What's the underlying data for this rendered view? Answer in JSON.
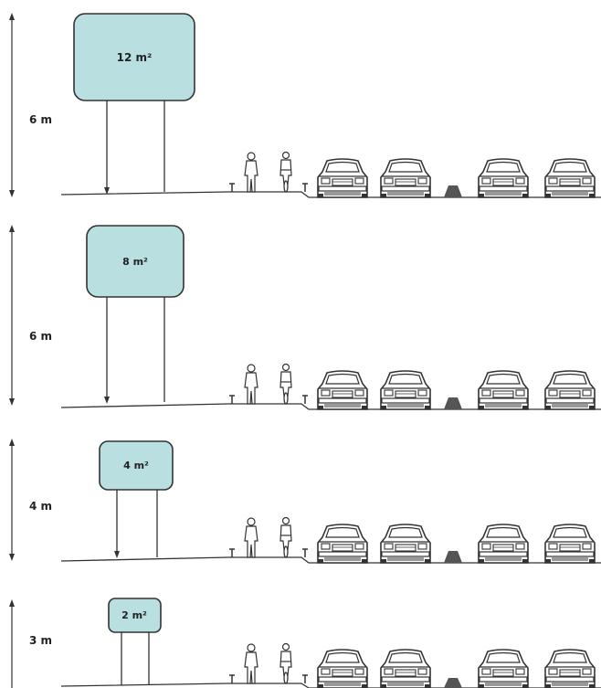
{
  "colors": {
    "sign_fill": "#b9dfe0",
    "line": "#333333",
    "divider": "#555555"
  },
  "icons": [
    "pedestrian-icon",
    "cyclist-icon",
    "bollard-icon",
    "car-front-icon",
    "median-divider-icon"
  ],
  "panels": [
    {
      "height_label": "6 m",
      "sign_label": "12 m²"
    },
    {
      "height_label": "6 m",
      "sign_label": "8 m²"
    },
    {
      "height_label": "4 m",
      "sign_label": "4 m²"
    },
    {
      "height_label": "3 m",
      "sign_label": "2 m²"
    }
  ]
}
